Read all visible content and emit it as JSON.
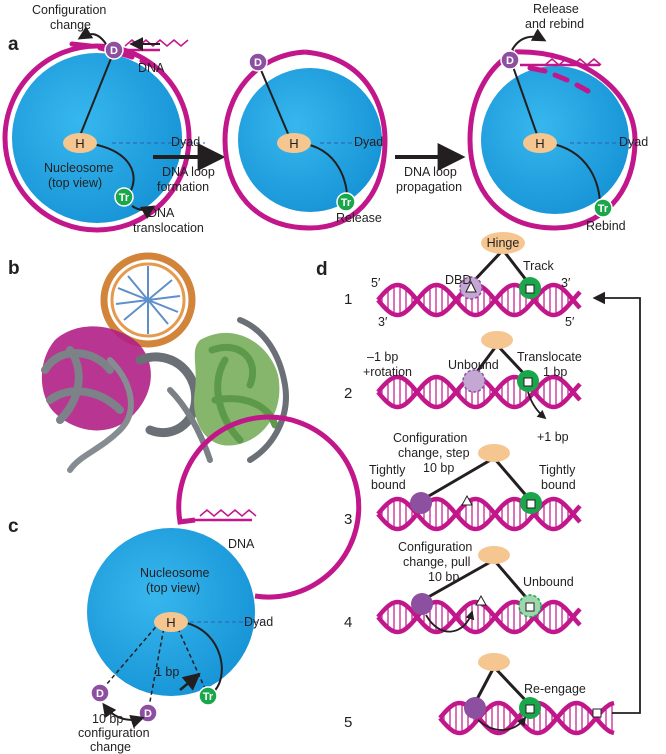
{
  "panels": {
    "a": "a",
    "b": "b",
    "c": "c",
    "d": "d"
  },
  "colors": {
    "nucleosome": "#2aa9e6",
    "dna": "#c2168b",
    "hinge": "#f6c690",
    "dbd": "#8d4fa0",
    "track": "#1aa64a"
  },
  "icons": {
    "d_domain": "purple-circle",
    "tr_domain": "green-circle",
    "hinge": "orange-ellipse",
    "arrow": "black-arrow"
  },
  "a": {
    "h": "H",
    "d": "D",
    "tr": "Tr",
    "config_change": "Configuration\nchange",
    "dna": "DNA",
    "dyad": "Dyad",
    "nucleosome": "Nucleosome\n(top view)",
    "dna_translocation": "DNA\ntranslocation",
    "loop_formation": "DNA loop\nformation",
    "loop_propagation": "DNA loop\npropagation",
    "release": "Release",
    "release_rebind": "Release\nand rebind",
    "rebind": "Rebind"
  },
  "c": {
    "dna": "DNA",
    "dyad": "Dyad",
    "h": "H",
    "d": "D",
    "tr": "Tr",
    "nucleosome": "Nucleosome\n(top view)",
    "one_bp": "1 bp",
    "change": "10 bp\nconfiguration\nchange"
  },
  "d": {
    "hinge": "Hinge",
    "steps": [
      "1",
      "2",
      "3",
      "4",
      "5"
    ],
    "s1": {
      "dbd": "DBD",
      "track": "Track",
      "five_top": "5′",
      "three_top": "3′",
      "three_bottom": "3′",
      "five_bottom": "5′"
    },
    "s2": {
      "left": "–1 bp\n+rotation",
      "unbound": "Unbound",
      "translocate": "Translocate\n1 bp",
      "plus": "+1 bp"
    },
    "s3": {
      "config": "Configuration\nchange, step\n10 bp",
      "tight_left": "Tightly\nbound",
      "tight_right": "Tightly\nbound"
    },
    "s4": {
      "config": "Configuration\nchange, pull\n10 bp",
      "unbound": "Unbound"
    },
    "s5": {
      "reengage": "Re-engage"
    }
  }
}
